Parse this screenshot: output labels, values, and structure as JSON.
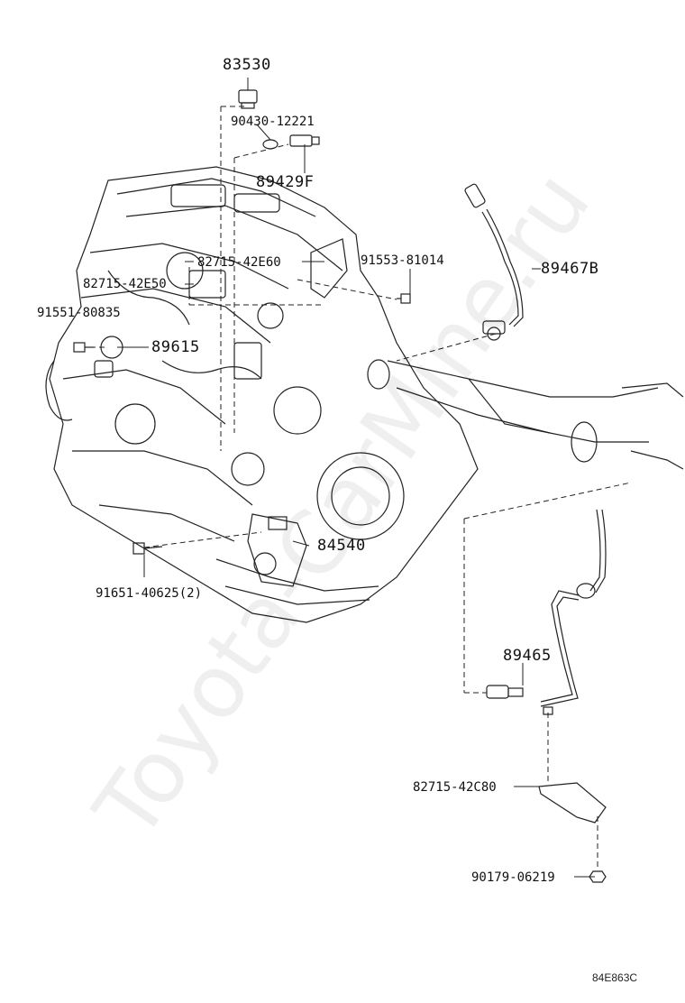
{
  "diagram": {
    "parts": [
      {
        "id": "83530",
        "label": "83530"
      },
      {
        "id": "90430-12221",
        "label": "90430-12221"
      },
      {
        "id": "89429F",
        "label": "89429F"
      },
      {
        "id": "91553-81014",
        "label": "91553-81014"
      },
      {
        "id": "89467B",
        "label": "89467B"
      },
      {
        "id": "82715-42E60",
        "label": "82715-42E60"
      },
      {
        "id": "82715-42E50",
        "label": "82715-42E50"
      },
      {
        "id": "91551-80835",
        "label": "91551-80835"
      },
      {
        "id": "89615",
        "label": "89615"
      },
      {
        "id": "84540",
        "label": "84540"
      },
      {
        "id": "91651-40625",
        "label": "91651-40625(2)"
      },
      {
        "id": "89465",
        "label": "89465"
      },
      {
        "id": "82715-42C80",
        "label": "82715-42C80"
      },
      {
        "id": "90179-06219",
        "label": "90179-06219"
      }
    ],
    "diagram_code": "84E863C",
    "watermark": "Toyota-CarMine.ru"
  }
}
